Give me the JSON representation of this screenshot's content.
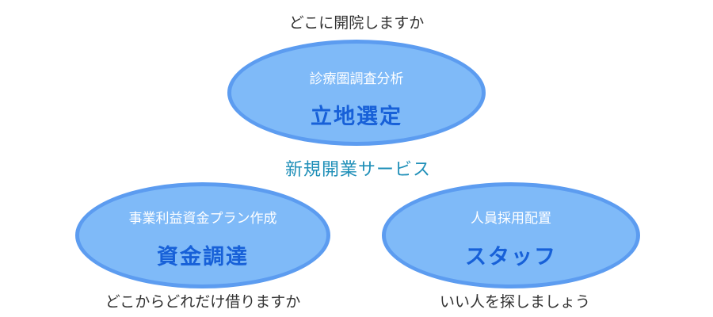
{
  "top": {
    "caption": "どこに開院しますか",
    "sub": "診療圏調査分析",
    "main": "立地選定"
  },
  "center": {
    "title": "新規開業サービス"
  },
  "left": {
    "caption": "どこからどれだけ借りますか",
    "sub": "事業利益資金プラン作成",
    "main": "資金調達"
  },
  "right": {
    "caption": "いい人を探しましょう",
    "sub": "人員採用配置",
    "main": "スタッフ"
  },
  "colors": {
    "ellipse_fill": "#7fbaf8",
    "ellipse_border": "#5c9cf0",
    "main_text": "#1760d8",
    "center_title": "#1f8fb8",
    "caption_text": "#333333"
  }
}
